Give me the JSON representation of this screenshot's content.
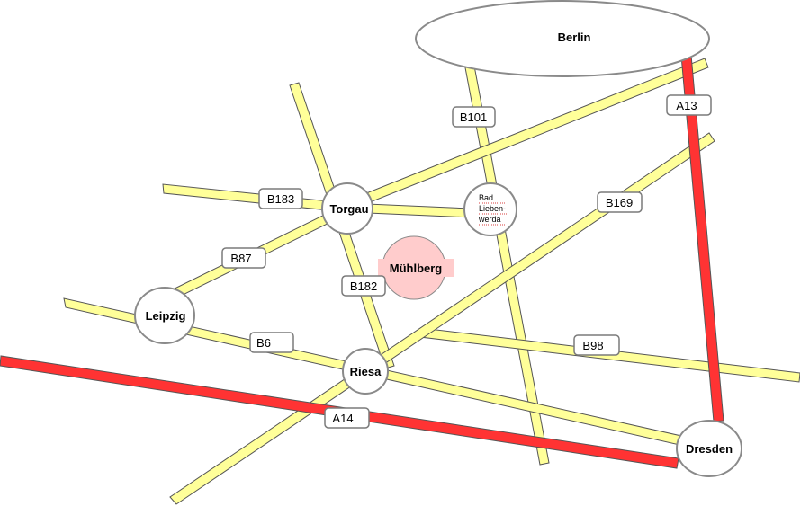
{
  "cities": {
    "berlin": "Berlin",
    "torgau": "Torgau",
    "bad_liebenwerda": [
      "Bad",
      "Lieben-",
      "werda"
    ],
    "muehlberg": "Mühlberg",
    "leipzig": "Leipzig",
    "riesa": "Riesa",
    "dresden": "Dresden"
  },
  "roads": {
    "b101": "B101",
    "a13": "A13",
    "b183": "B183",
    "b169": "B169",
    "b87": "B87",
    "b182": "B182",
    "b6": "B6",
    "b98": "B98",
    "a14": "A14"
  },
  "colors": {
    "federal_road": "#ffff99",
    "motorway": "#ff3333",
    "highlight_city": "#ffcccc"
  }
}
